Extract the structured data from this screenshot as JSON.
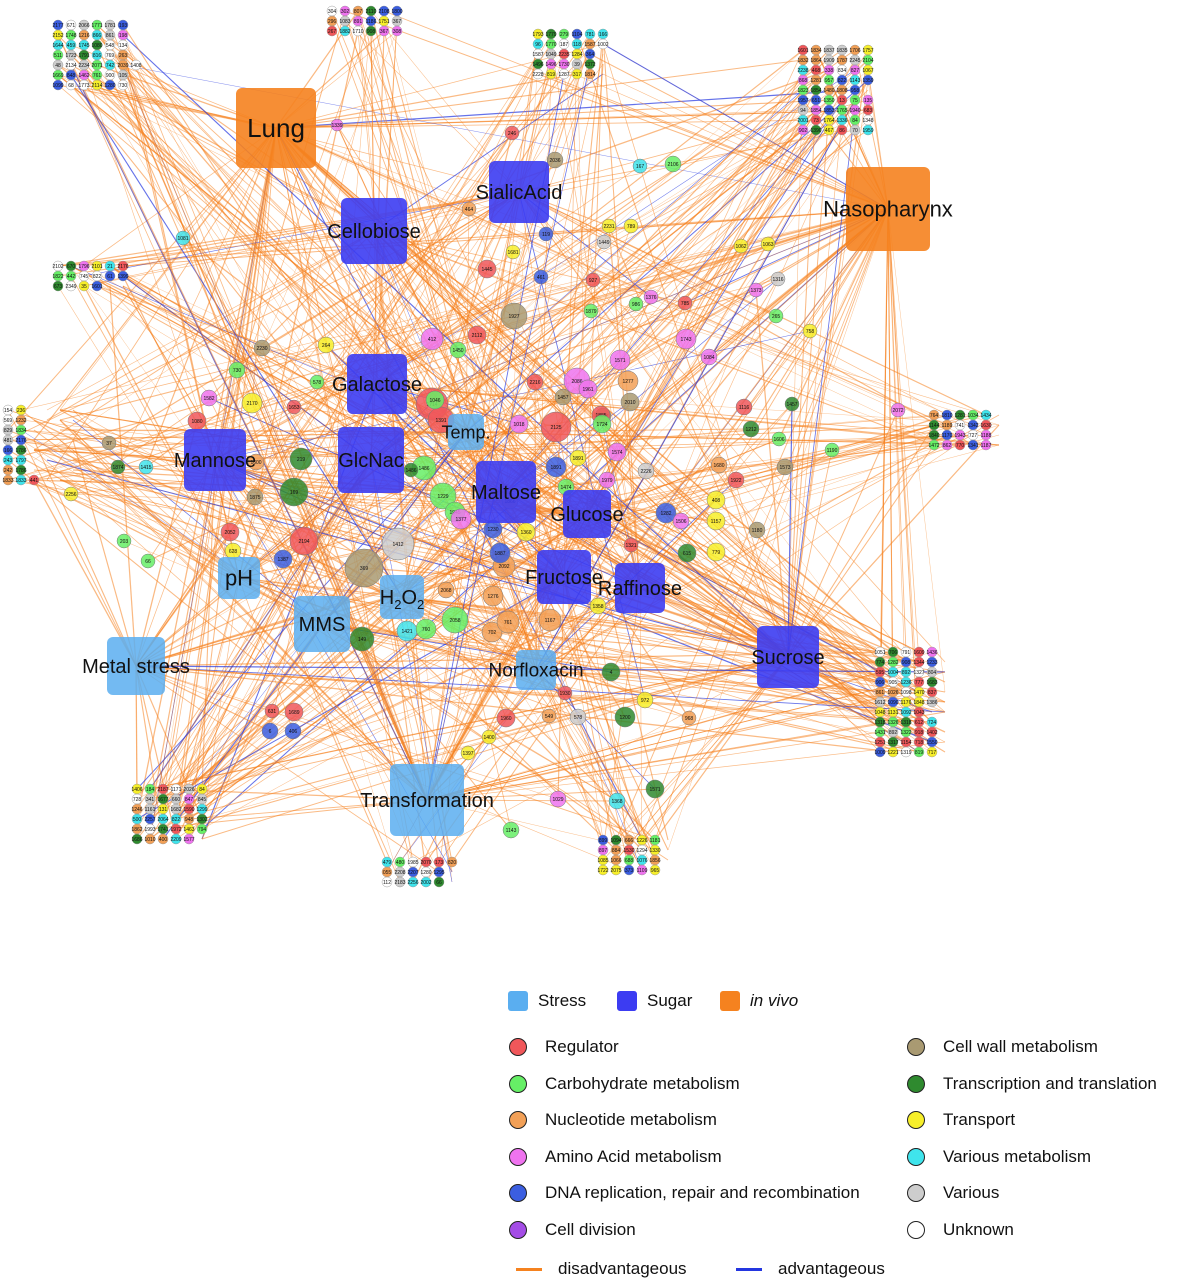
{
  "hubs": [
    {
      "id": "lung",
      "label": "Lung",
      "category": "in vivo"
    },
    {
      "id": "nasopharynx",
      "label": "Nasopharynx",
      "category": "in vivo"
    },
    {
      "id": "sialicacid",
      "label": "SialicAcid",
      "category": "Sugar"
    },
    {
      "id": "cellobiose",
      "label": "Cellobiose",
      "category": "Sugar"
    },
    {
      "id": "galactose",
      "label": "Galactose",
      "category": "Sugar"
    },
    {
      "id": "mannose",
      "label": "Mannose",
      "category": "Sugar"
    },
    {
      "id": "glcnac",
      "label": "GlcNac",
      "category": "Sugar"
    },
    {
      "id": "maltose",
      "label": "Maltose",
      "category": "Sugar"
    },
    {
      "id": "glucose",
      "label": "Glucose",
      "category": "Sugar"
    },
    {
      "id": "fructose",
      "label": "Fructose",
      "category": "Sugar"
    },
    {
      "id": "raffinose",
      "label": "Raffinose",
      "category": "Sugar"
    },
    {
      "id": "sucrose",
      "label": "Sucrose",
      "category": "Sugar"
    },
    {
      "id": "temp",
      "label": "Temp.",
      "category": "Stress"
    },
    {
      "id": "ph",
      "label": "pH",
      "category": "Stress"
    },
    {
      "id": "mms",
      "label": "MMS",
      "category": "Stress"
    },
    {
      "id": "h2o2",
      "label": "H2O2",
      "category": "Stress"
    },
    {
      "id": "norfloxacin",
      "label": "Norfloxacin",
      "category": "Stress"
    },
    {
      "id": "metal",
      "label": "Metal stress",
      "category": "Stress"
    },
    {
      "id": "transformation",
      "label": "Transformation",
      "category": "Stress"
    }
  ],
  "h2o2_parts": {
    "main": "H",
    "sub1": "2",
    "mid": "O",
    "sub2": "2"
  },
  "gene_nodes": [
    {
      "label": "1714",
      "category": "Regulator"
    },
    {
      "label": "1391",
      "category": "Regulator"
    },
    {
      "label": "2194",
      "category": "Regulator"
    },
    {
      "label": "1412",
      "category": "Various"
    },
    {
      "label": "369",
      "category": "Cell wall metabolism"
    },
    {
      "label": "1229",
      "category": "Carbohydrate metabolism"
    },
    {
      "label": "1486",
      "category": "Carbohydrate metabolism"
    },
    {
      "label": "1046",
      "category": "Carbohydrate metabolism"
    },
    {
      "label": "2058",
      "category": "Carbohydrate metabolism"
    },
    {
      "label": "1945",
      "category": "Carbohydrate metabolism"
    },
    {
      "label": "2125",
      "category": "Regulator"
    },
    {
      "label": "1927",
      "category": "Cell wall metabolism"
    },
    {
      "label": "2086",
      "category": "Amino Acid metabolism"
    },
    {
      "label": "412",
      "category": "Amino Acid metabolism"
    },
    {
      "label": "2112",
      "category": "Regulator"
    },
    {
      "label": "1445",
      "category": "Regulator"
    },
    {
      "label": "1167",
      "category": "Nucleotide metabolism"
    },
    {
      "label": "2092",
      "category": "Nucleotide metabolism"
    },
    {
      "label": "1276",
      "category": "Nucleotide metabolism"
    },
    {
      "label": "702",
      "category": "Nucleotide metabolism"
    },
    {
      "label": "761",
      "category": "Nucleotide metabolism"
    },
    {
      "label": "1421",
      "category": "Various metabolism"
    },
    {
      "label": "760",
      "category": "Carbohydrate metabolism"
    },
    {
      "label": "149",
      "category": "Transcription and translation"
    },
    {
      "label": "1887",
      "category": "DNA replication, repair and recombination"
    },
    {
      "label": "1230",
      "category": "DNA replication, repair and recombination"
    },
    {
      "label": "1891",
      "category": "DNA replication, repair and recombination"
    },
    {
      "label": "219",
      "category": "Transcription and translation"
    },
    {
      "label": "169",
      "category": "Transcription and translation"
    },
    {
      "label": "2170",
      "category": "Transport"
    },
    {
      "label": "1157",
      "category": "Transport"
    },
    {
      "label": "408",
      "category": "Transport"
    },
    {
      "label": "779",
      "category": "Transport"
    },
    {
      "label": "1922",
      "category": "Regulator"
    },
    {
      "label": "1680",
      "category": "Nucleotide metabolism"
    },
    {
      "label": "1282",
      "category": "DNA replication, repair and recombination"
    },
    {
      "label": "1506",
      "category": "Amino Acid metabolism"
    },
    {
      "label": "615",
      "category": "Transcription and translation"
    },
    {
      "label": "1200",
      "category": "Transcription and translation"
    },
    {
      "label": "1960",
      "category": "Regulator"
    },
    {
      "label": "578",
      "category": "Various"
    },
    {
      "label": "1029",
      "category": "Amino Acid metabolism"
    },
    {
      "label": "1368",
      "category": "Various metabolism"
    },
    {
      "label": "1571",
      "category": "Transcription and translation"
    },
    {
      "label": "1143",
      "category": "Carbohydrate metabolism"
    },
    {
      "label": "1018",
      "category": "Amino Acid metabolism"
    },
    {
      "label": "1743",
      "category": "Amino Acid metabolism"
    },
    {
      "label": "1084",
      "category": "Amino Acid metabolism"
    },
    {
      "label": "1571",
      "category": "Amino Acid metabolism"
    },
    {
      "label": "1277",
      "category": "Nucleotide metabolism"
    },
    {
      "label": "2010",
      "category": "Cell wall metabolism"
    },
    {
      "label": "1116",
      "category": "Regulator"
    },
    {
      "label": "1212",
      "category": "Transcription and translation"
    },
    {
      "label": "1573",
      "category": "Cell wall metabolism"
    },
    {
      "label": "1190",
      "category": "Carbohydrate metabolism"
    },
    {
      "label": "1457",
      "category": "Transcription and translation"
    },
    {
      "label": "2072",
      "category": "Amino Acid metabolism"
    },
    {
      "label": "1080",
      "category": "Regulator"
    },
    {
      "label": "1582",
      "category": "Amino Acid metabolism"
    },
    {
      "label": "730",
      "category": "Carbohydrate metabolism"
    },
    {
      "label": "2230",
      "category": "Cell wall metabolism"
    },
    {
      "label": "1653",
      "category": "Regulator"
    },
    {
      "label": "1600",
      "category": "Nucleotide metabolism"
    },
    {
      "label": "1875",
      "category": "Cell wall metabolism"
    },
    {
      "label": "2052",
      "category": "Regulator"
    },
    {
      "label": "1387",
      "category": "DNA replication, repair and recombination"
    },
    {
      "label": "628",
      "category": "Transport"
    },
    {
      "label": "203",
      "category": "Carbohydrate metabolism"
    },
    {
      "label": "66",
      "category": "Carbohydrate metabolism"
    },
    {
      "label": "631",
      "category": "Regulator"
    },
    {
      "label": "1689",
      "category": "Regulator"
    },
    {
      "label": "6",
      "category": "DNA replication, repair and recombination"
    },
    {
      "label": "406",
      "category": "DNA replication, repair and recombination"
    },
    {
      "label": "1400",
      "category": "Transport"
    },
    {
      "label": "1397",
      "category": "Transport"
    },
    {
      "label": "1930",
      "category": "Regulator"
    },
    {
      "label": "549",
      "category": "Nucleotide metabolism"
    },
    {
      "label": "4",
      "category": "Transcription and translation"
    },
    {
      "label": "972",
      "category": "Transport"
    },
    {
      "label": "968",
      "category": "Nucleotide metabolism"
    },
    {
      "label": "1339",
      "category": "Amino Acid metabolism"
    },
    {
      "label": "246",
      "category": "Regulator"
    },
    {
      "label": "2036",
      "category": "Cell wall metabolism"
    },
    {
      "label": "2106",
      "category": "Carbohydrate metabolism"
    },
    {
      "label": "167",
      "category": "Various metabolism"
    },
    {
      "label": "464",
      "category": "Nucleotide metabolism"
    },
    {
      "label": "119",
      "category": "DNA replication, repair and recombination"
    },
    {
      "label": "2231",
      "category": "Transport"
    },
    {
      "label": "789",
      "category": "Transport"
    },
    {
      "label": "1681",
      "category": "Transport"
    },
    {
      "label": "1449",
      "category": "Various"
    },
    {
      "label": "1062",
      "category": "Transport"
    },
    {
      "label": "1063",
      "category": "Transport"
    },
    {
      "label": "1316",
      "category": "Various"
    },
    {
      "label": "1373",
      "category": "Amino Acid metabolism"
    },
    {
      "label": "461",
      "category": "DNA replication, repair and recombination"
    },
    {
      "label": "927",
      "category": "Regulator"
    },
    {
      "label": "1879",
      "category": "Carbohydrate metabolism"
    },
    {
      "label": "986",
      "category": "Carbohydrate metabolism"
    },
    {
      "label": "1376",
      "category": "Amino Acid metabolism"
    },
    {
      "label": "785",
      "category": "Regulator"
    },
    {
      "label": "265",
      "category": "Carbohydrate metabolism"
    },
    {
      "label": "758",
      "category": "Transport"
    },
    {
      "label": "1081",
      "category": "Various metabolism"
    },
    {
      "label": "1837",
      "category": "Cell wall metabolism"
    },
    {
      "label": "1961",
      "category": "Amino Acid metabolism"
    },
    {
      "label": "1377",
      "category": "Amino Acid metabolism"
    },
    {
      "label": "1360",
      "category": "Transport"
    },
    {
      "label": "1866",
      "category": "Nucleotide metabolism"
    },
    {
      "label": "1358",
      "category": "Transport"
    },
    {
      "label": "1885",
      "category": "Regulator"
    },
    {
      "label": "2216",
      "category": "Regulator"
    },
    {
      "label": "1724",
      "category": "Carbohydrate metabolism"
    },
    {
      "label": "1574",
      "category": "Amino Acid metabolism"
    },
    {
      "label": "1891",
      "category": "Transport"
    },
    {
      "label": "1979",
      "category": "Amino Acid metabolism"
    },
    {
      "label": "264",
      "category": "Transport"
    },
    {
      "label": "578",
      "category": "Carbohydrate metabolism"
    },
    {
      "label": "1450",
      "category": "Carbohydrate metabolism"
    },
    {
      "label": "1486",
      "category": "Transcription and translation"
    },
    {
      "label": "2226",
      "category": "Various"
    },
    {
      "label": "1321",
      "category": "Regulator"
    },
    {
      "label": "1180",
      "category": "Cell wall metabolism"
    },
    {
      "label": "1606",
      "category": "Carbohydrate metabolism"
    },
    {
      "label": "1474",
      "category": "Carbohydrate metabolism"
    },
    {
      "label": "1457",
      "category": "Cell wall metabolism"
    },
    {
      "label": "1415",
      "category": "Various metabolism"
    },
    {
      "label": "1874",
      "category": "Transcription and translation"
    },
    {
      "label": "37",
      "category": "Cell wall metabolism"
    },
    {
      "label": "2256",
      "category": "Transport"
    },
    {
      "label": "2068",
      "category": "Nucleotide metabolism"
    }
  ],
  "peripheral_numbers": [
    "2177 671 2066 1771 1781 193",
    "2152 1748 1216 866 861 198",
    "1644 459 1745 1080 548 134",
    "511 1723 1791 816 769 263",
    "48 2134 2234 2071 742 2039 1408",
    "1669 848 1462 761 900 105",
    "1099 68 1773 2114 1280 730",
    "304 302 807 2110 2108 1800",
    "296 1083 891 1186 1751 367",
    "267 1882 1710 908 367 308",
    "1793 1779 279 1104 781 166",
    "96 1770 187 118 1587 1002",
    "1587 1049 2235 1284 364",
    "1496 1496 1730 39 1372",
    "2228 819 1287 317 1814",
    "1601 1834 1837 1835 1706 1757",
    "1832 1864 1909 1787 2245 2104",
    "2238 468 338 834 827 1067",
    "868 1281 957 822 1143 1359",
    "1823 1854 1480 1808 958",
    "1957 651 1350 13 75 135",
    "94 1854 1853 1765 1940 683",
    "2001 73 1764 1336 84 1348",
    "902 1390 467 86 70 1959",
    "1051 706 791 1609 1436",
    "774 1282 908 1344 1233",
    "595 1004 892 1327 804",
    "906 905 1236 777 1683",
    "861 1026 1098 1470 837",
    "1612 1090 1176 1848 1386",
    "1048 1131 1092 1043",
    "1318 1326 1318 612 724",
    "1431 892 1322 918 1402",
    "1251 1317 1154 718 1550",
    "1009 1221 1319 819 717",
    "764 1810 1281 1034 1434",
    "1144 1189 741 1342 1630",
    "1840 1170 1943 727 1188",
    "1472 862 770 1341 1187",
    "154 236",
    "569 1232",
    "829 1834",
    "481 2176",
    "166 1786",
    "243 1797",
    "242 1786",
    "1833 1833 441",
    "2102 670 1796 2101 21 2176",
    "1822 442 745 822 61 1399",
    "673 2349 35 1601",
    "1406 184 2187 1171 2026 84",
    "728 341 1677 660 847 845",
    "1246 1161 131 1682 1590 1299",
    "500 2257 2064 822 948 1302",
    "1862 1993 1741 1972 1463 794",
    "1686 1010 400 2209 1577",
    "479 480 1985 2070 173 820",
    "055 2208 2207 1280 1295",
    "112 2183 2256 2002 66",
    "899 1094 666 1226 1181",
    "897 884 1530 1294 1330",
    "1085 1066 688 1076 1856",
    "1722 2075 373 1109 965"
  ],
  "legend": {
    "types": [
      {
        "label": "Stress",
        "color": "#5aaef0",
        "italic": false
      },
      {
        "label": "Sugar",
        "color": "#3c3cf2",
        "italic": false
      },
      {
        "label": "in vivo",
        "color": "#f5821f",
        "italic": true
      }
    ],
    "categories_left": [
      {
        "label": "Regulator",
        "color": "#f0575a"
      },
      {
        "label": "Carbohydrate metabolism",
        "color": "#66ef66"
      },
      {
        "label": "Nucleotide metabolism",
        "color": "#f2a057"
      },
      {
        "label": "Amino Acid metabolism",
        "color": "#ef73ef"
      },
      {
        "label": "DNA replication, repair and recombination",
        "color": "#3b5ee0"
      },
      {
        "label": "Cell division",
        "color": "#a44de6"
      }
    ],
    "categories_right": [
      {
        "label": "Cell wall metabolism",
        "color": "#a99a72"
      },
      {
        "label": "Transcription and translation",
        "color": "#2f8a2f"
      },
      {
        "label": "Transport",
        "color": "#f7ef2a"
      },
      {
        "label": "Various metabolism",
        "color": "#3fe4ec"
      },
      {
        "label": "Various",
        "color": "#cdcdcd"
      },
      {
        "label": "Unknown",
        "color": "#ffffff"
      }
    ],
    "edges": [
      {
        "label": "disadvantageous",
        "color": "#f5821f"
      },
      {
        "label": "advantageous",
        "color": "#2436e0"
      }
    ]
  },
  "colors": {
    "stress": "#5aaef0",
    "sugar": "#3c3cf2",
    "invivo": "#f5821f",
    "edge_disadvantageous": "#f5821f",
    "edge_advantageous": "#2436e0"
  }
}
